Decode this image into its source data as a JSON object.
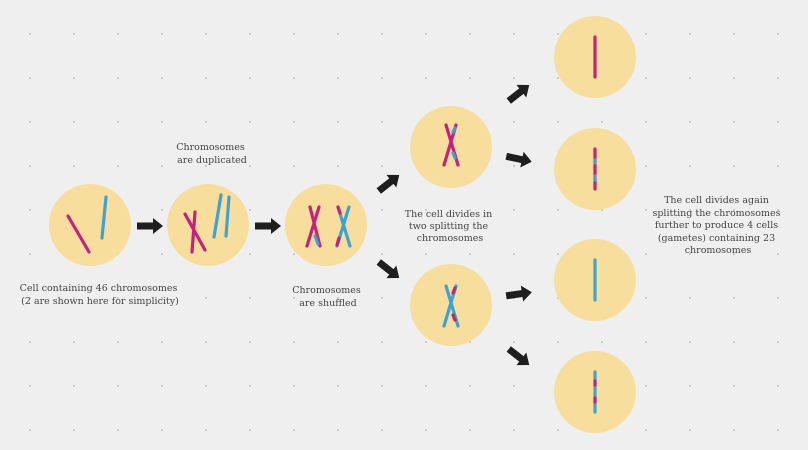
{
  "labels": {
    "duplicated": [
      "Chromosomes",
      "are duplicated"
    ],
    "initial": [
      "Cell containing 46 chromosomes",
      "(2 are shown here for simplicity)"
    ],
    "shuffled": [
      "Chromosomes",
      "are shuffled"
    ],
    "divide1": [
      "The cell divides in",
      "two splitting the",
      "chromosomes"
    ],
    "divide2": [
      "The cell divides again",
      "splitting the chromosomes",
      "further to produce 4 cells",
      "(gametes) containing 23",
      "chromosomes"
    ]
  },
  "colors": {
    "cell": "#f7de9c",
    "chromosome_a": "#c2237f",
    "chromosome_b": "#3ea2d2",
    "arrow": "#1e1e1e",
    "background": "#efefef"
  }
}
